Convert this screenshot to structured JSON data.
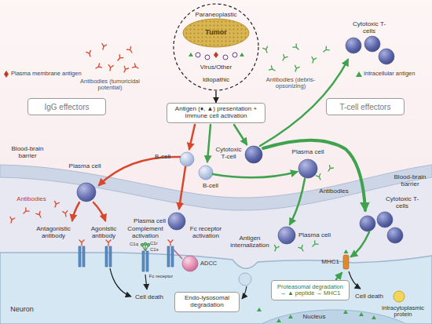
{
  "diagram": {
    "nodes": [
      {
        "text": [
          "Paraneoplastic",
          "Tumor",
          "Virus/Other",
          "Idiopathic"
        ]
      },
      {
        "text": [
          "IgG effectors"
        ]
      },
      {
        "text": [
          "T-cell effectors"
        ]
      },
      {
        "text": [
          "Antigen (♦, ▲) presentation + Immune cell activation"
        ]
      },
      {
        "text": [
          "Endo-lysosomal degradation"
        ]
      },
      {
        "text": [
          "Proteasomal degradation → ▲ peptide → MHC1"
        ]
      }
    ],
    "edges": [
      {
        "from": 0,
        "to": 3,
        "arrow": "to"
      }
    ],
    "labels": [
      "Antibodies (tumoricidal potential)",
      "Antibodies (debris-opsonizing)",
      "Cytotoxic T-cells",
      "Blood-brain barrier",
      "Plasma cell",
      "Antibodies",
      "B-cell",
      "Cytotoxic T-cell",
      "Plasma cell",
      "B-cell",
      "Antibodies",
      "Blood-brain barrier",
      "Plasma cell",
      "Antagonistic antibody",
      "Agonistic antibody",
      "Complement activation",
      "Fc receptor activation",
      "Cytotoxic T-cells",
      "Plasma cell",
      "C1q",
      "C1r",
      "C1s",
      "Fc receptor",
      "ADCC",
      "Antigen internalization",
      "MHC1",
      "Cell death",
      "Cell death",
      "Intracytoplasmic protein",
      "Neuron",
      "Nucleus"
    ],
    "legend": [
      {
        "text": "Plasma membrane antigen"
      },
      {
        "text": "Intracellular antigen"
      }
    ]
  }
}
